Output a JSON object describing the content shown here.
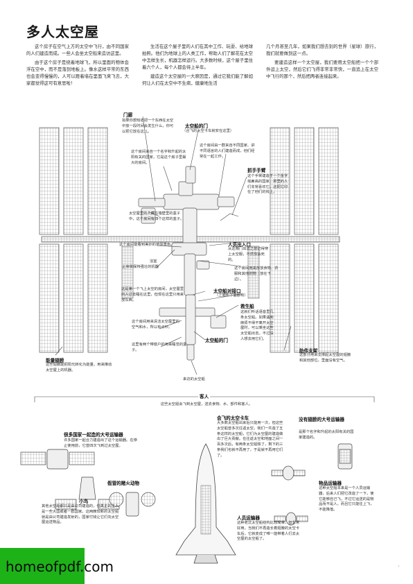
{
  "page": {
    "title": "多人太空屋",
    "intro": {
      "col1": [
        "这个房子在空气上方的太空中飞行，由不同国家的人们建造而成。一些人会坐太空船来造访这里。",
        "由于这个房子是绕着地球飞，所以里面的物体会浮在空中，而不是落到地板上。像水这样平常的东西也会变得慢慢的，人可以蹬着墙在里面飞来飞去，大家都觉得这可有意思啦！"
      ],
      "col2": [
        "生活在这个屋子里的人们在其中工作、玩耍、给地球拍照。他们为地球上的人类工作，帮助人们了解花在太空中怎样生长，机器怎样运行。大多数时候，这个屋子里住着六个人，每个人都会待上半年。",
        "建造这个太空屋的一大原因是，通过它我们能了解如何让人们在太空中不生病，健康地生活"
      ],
      "col3": [
        "几个月甚至几年，如果我们想去别的世界（星球）旅行，我们就要做到这一点。",
        "要建造这样一个太空屋，我们要用太空船把一个个部件运上太空，然后它们飞得非常非常快，一直追上在太空中飞行的那个，然后把两者连接起来。"
      ]
    },
    "station": {
      "door": {
        "label": "门廊",
        "desc": "如果你想知道把一个东西在太空中放一段时间会发生什么，你可以把它放在这儿。"
      },
      "ship_door": {
        "label": "太空船的门",
        "desc": "（合飞的太空卡车就安在这里）"
      },
      "solar_note": "这个房间来自一个名字和升起的太阳有关的国家，它是这个房子里最大的房间。",
      "country_room": "这个房间由一群来自不同国家、讲不同语言的人们建造而成，他们经常在一起工作。",
      "arm": {
        "label": "抓手手臂",
        "desc": "这个手臂建造于一个金字塔鼻高的国家，那里的人们非常喜欢它。还把它印在了他们的钱上。"
      },
      "lab_note": "太空屋里的人藏在墙壁里的盒子中，这个房间有四个这样的盒子。",
      "bath": "浴室",
      "machine": "止身体保持强壮的机器",
      "view_room": "这个房间能看到美妙的地球景色。",
      "airlock": {
        "label": "人员出入口",
        "desc": "从这扇门出去之前记得穿上太空服，不然你会死的。"
      },
      "storage": "这个房间用来存放食物、衣服和其他的物（放在下边）。",
      "first_room": "这是第一个飞上太空的房间，太空屋里的人过去睡在这里，但现在这里只用来放东西。",
      "dock": {
        "label": "太空船对接口",
        "desc": "（上面和下面都有）"
      },
      "toilet": "这个房间用来清洁太空屋里的空气和水，所以有点吵。",
      "escape_box": "这里有两个带窗户的用来睡觉的盒子。",
      "lifeboat": {
        "label": "救生船",
        "desc": "这就们听话语音里几条太空船。如果遇到麻烦不得不离开太空屋时，可以乘坐这些太空船出去。不过没人想去用它们。"
      },
      "ship_door2": "太空船的门",
      "panels": {
        "label": "能量翅膀",
        "desc": "这些翅膀能把阳光转化为能量，用来推动太空屋上的机器。"
      },
      "radiator": {
        "label": "肋件支架",
        "desc": "这部分用来支撑起太空屋的翅膀和其他部位，里面没有空气。"
      },
      "visitor": "来访的太空船"
    },
    "guests": {
      "label": "客人",
      "desc": "这些太空船会飞到太空屋，送去食物、水、部件和客人。",
      "multi": {
        "label": "很多国家一起造的大号运输器",
        "desc": "许多国家一起合力建造出了这个运输器。在停止使用前，它曾四次飞到过太空屋。"
      },
      "shuttle": {
        "label": "会飞的太空卡车",
        "desc": "大多数太空船出来后只能用一次，但这些太空船曾多次往返太空。我们一共造了五条这样的太空船，它们为太空屋的建造做出了巨大贡献。在往返太空和地面之间一百多次后，有两条太空船毁了，剩下的三条我们也就不再用了，于是就不再用它们了。"
      },
      "rising": {
        "label": "没有翅膀的大号运输器",
        "desc": "是那个名字和升起的太阳有关的国家建造的。"
      },
      "fake": {
        "label": "假冒的赌火动物"
      },
      "bird": {
        "label": "小鸟",
        "desc": "其他太空船都只是由公司建造的，但真正的主人是一些大国或者一群国家。这两艘较新的太空船就是由公司建造发射的，国家付钱让它们向太空屋运送物品。"
      },
      "crew": {
        "label": "人员运输器",
        "desc": "这种老式太空船结构比较简单，但非常好用。当我们不再造长着翅膀的太空卡车后，它就变成了唯一能带着人们去太空屋的太空船了。"
      },
      "cargo": {
        "label": "物品运输器",
        "desc": "这种太空船本来是一个人员运输器，后来人们把它改造了一下，使它能够自己飞，不过它运送的是物品而不是人，而且它只能往上飞，不能降落。"
      }
    },
    "footer": {
      "brand": "homeofpdf.com",
      "mark": "·"
    },
    "colors": {
      "brand_green": "#1db318",
      "accent_line": "#555555"
    }
  }
}
